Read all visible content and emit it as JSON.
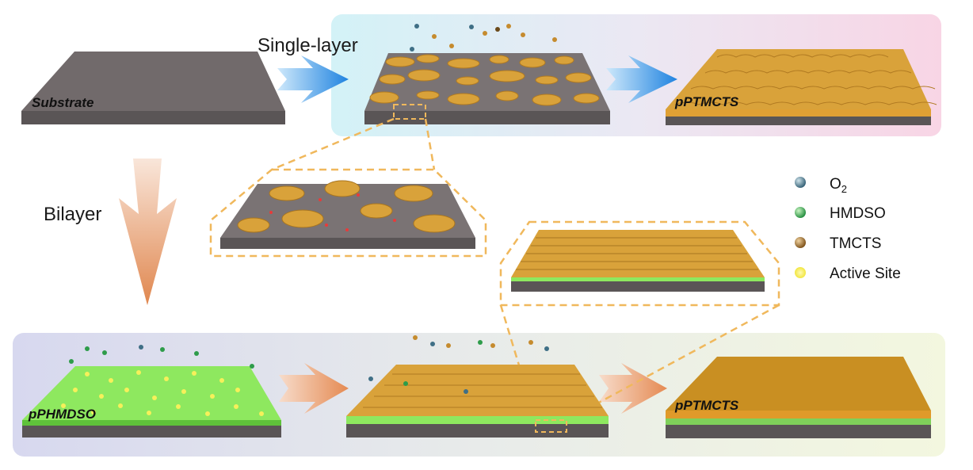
{
  "labels": {
    "single_layer": "Single-layer",
    "bilayer": "Bilayer"
  },
  "slabs": {
    "substrate": "Substrate",
    "pptmcts_top": "pPTMCTS",
    "pphmdso": "pPHMDSO",
    "pptmcts_bottom": "pPTMCTS"
  },
  "legend": {
    "o2_main": "O",
    "o2_sub": "2",
    "hmdso": "HMDSO",
    "tmcts": "TMCTS",
    "active_site": "Active Site"
  },
  "colors": {
    "substrate": "#7a7374",
    "tmcts": "#d9a23a",
    "hmdso": "#8ee85f",
    "o2": "#3f6f86",
    "active_site": "#f6f05a",
    "arrow_blue": "#2f8fe6",
    "arrow_orange": "#e69a62",
    "dashed": "#f0b85c"
  }
}
